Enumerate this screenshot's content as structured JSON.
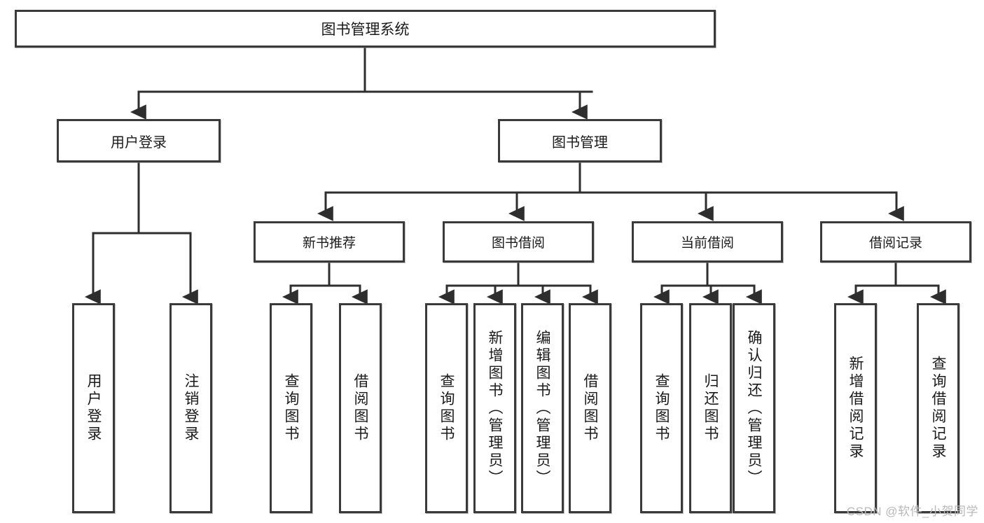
{
  "diagram": {
    "title": "图书管理系统",
    "type": "hierarchy-tree",
    "colors": {
      "box_border": "#3a3a3a",
      "box_fill": "#ffffff",
      "edge": "#2e2e2e",
      "text": "#1a1a1a",
      "watermark": "#b9b9b9"
    },
    "root": {
      "id": "root",
      "label": "图书管理系统"
    },
    "level2": [
      {
        "id": "user-login",
        "label": "用户登录"
      },
      {
        "id": "book-management",
        "label": "图书管理"
      }
    ],
    "level3": [
      {
        "id": "new-book-recommend",
        "label": "新书推荐"
      },
      {
        "id": "book-borrow",
        "label": "图书借阅"
      },
      {
        "id": "current-borrow",
        "label": "当前借阅"
      },
      {
        "id": "borrow-record",
        "label": "借阅记录"
      }
    ],
    "leaves": {
      "user_login": [
        {
          "id": "user-login-leaf",
          "label": "用户登录"
        },
        {
          "id": "logout-leaf",
          "label": "注销登录"
        }
      ],
      "new_book_recommend": [
        {
          "id": "query-book-1",
          "label": "查询图书"
        },
        {
          "id": "borrow-book-1",
          "label": "借阅图书"
        }
      ],
      "book_borrow": [
        {
          "id": "query-book-2",
          "label": "查询图书"
        },
        {
          "id": "add-book-admin",
          "label": "新增图书（管理员）"
        },
        {
          "id": "edit-book-admin",
          "label": "编辑图书（管理员）"
        },
        {
          "id": "borrow-book-2",
          "label": "借阅图书"
        }
      ],
      "current_borrow": [
        {
          "id": "query-book-3",
          "label": "查询图书"
        },
        {
          "id": "return-book",
          "label": "归还图书"
        },
        {
          "id": "confirm-return-admin",
          "label": "确认归还（管理员）"
        }
      ],
      "borrow_record": [
        {
          "id": "add-borrow-record",
          "label": "新增借阅记录"
        },
        {
          "id": "query-borrow-record",
          "label": "查询借阅记录"
        }
      ]
    },
    "watermark": "CSDN @软件_小贺同学"
  }
}
